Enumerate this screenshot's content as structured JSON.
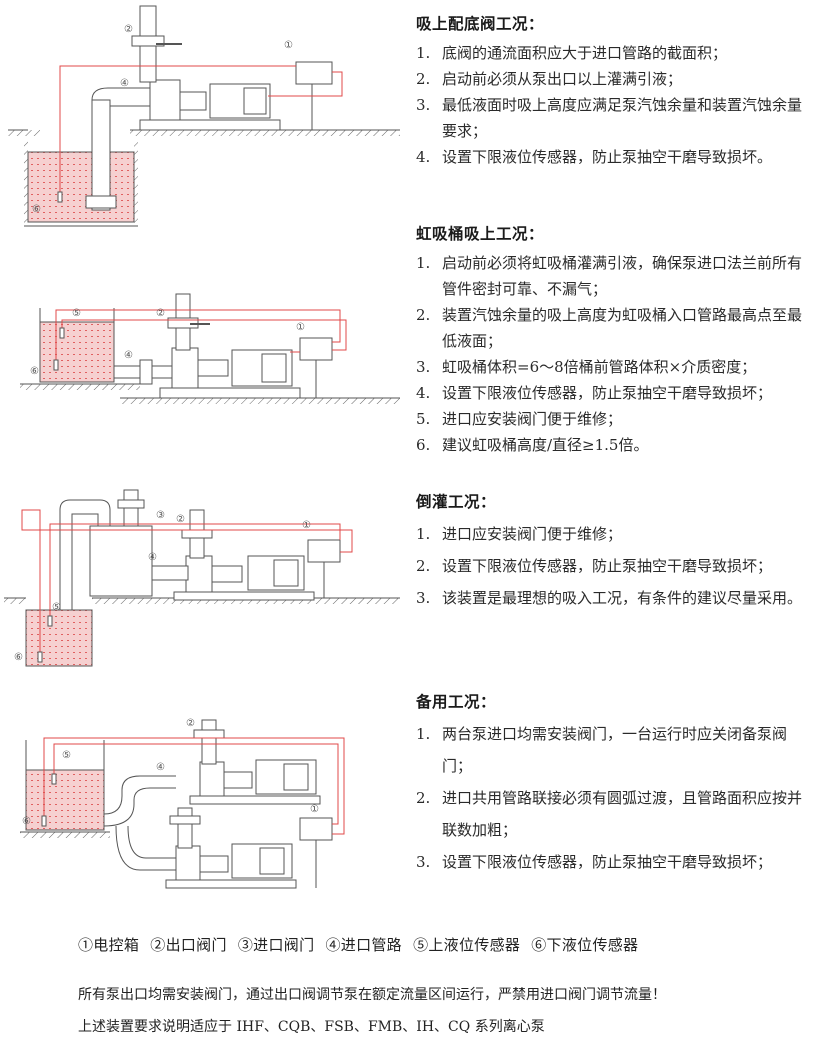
{
  "sections": [
    {
      "title": "吸上配底阀工况：",
      "items": [
        {
          "num": "1.",
          "text": "底阀的通流面积应大于进口管路的截面积；"
        },
        {
          "num": "2.",
          "text": "启动前必须从泵出口以上灌满引液；"
        },
        {
          "num": "3.",
          "text": "最低液面时吸上高度应满足泵汽蚀余量和装置汽蚀余量要求；"
        },
        {
          "num": "4.",
          "text": "设置下限液位传感器，防止泵抽空干磨导致损坏。"
        }
      ]
    },
    {
      "title": "虹吸桶吸上工况：",
      "items": [
        {
          "num": "1.",
          "text": "启动前必须将虹吸桶灌满引液，确保泵进口法兰前所有管件密封可靠、不漏气；"
        },
        {
          "num": "2.",
          "text": "装置汽蚀余量的吸上高度为虹吸桶入口管路最高点至最低液面；"
        },
        {
          "num": "3.",
          "text": "虹吸桶体积=6～8倍桶前管路体积×介质密度；"
        },
        {
          "num": "4.",
          "text": "设置下限液位传感器，防止泵抽空干磨导致损坏；"
        },
        {
          "num": "5.",
          "text": "进口应安装阀门便于维修；"
        },
        {
          "num": "6.",
          "text": "建议虹吸桶高度/直径≥1.5倍。"
        }
      ]
    },
    {
      "title": "倒灌工况：",
      "items": [
        {
          "num": "1.",
          "text": "进口应安装阀门便于维修；"
        },
        {
          "num": "2.",
          "text": "设置下限液位传感器，防止泵抽空干磨导致损坏；"
        },
        {
          "num": "3.",
          "text": "该装置是最理想的吸入工况，有条件的建议尽量采用。"
        }
      ]
    },
    {
      "title": "备用工况：",
      "items": [
        {
          "num": "1.",
          "text": "两台泵进口均需安装阀门，一台运行时应关闭备泵阀门；"
        },
        {
          "num": "2.",
          "text": "进口共用管路联接必须有圆弧过渡，且管路面积应按并联数加粗；"
        },
        {
          "num": "3.",
          "text": "设置下限液位传感器，防止泵抽空干磨导致损坏；"
        }
      ]
    }
  ],
  "legend": [
    "①电控箱",
    "②出口阀门",
    "③进口阀门",
    "④进口管路",
    "⑤上液位传感器",
    "⑥下液位传感器"
  ],
  "notes": [
    "所有泵出口均需安装阀门，通过出口阀调节泵在额定流量区间运行，严禁用进口阀门调节流量！",
    "上述装置要求说明适应于 IHF、CQB、FSB、FMB、IH、CQ 系列离心泵"
  ],
  "diagram_labels": {
    "d1": [
      "②",
      "①",
      "④",
      "⑥"
    ],
    "d2": [
      "⑤",
      "②",
      "①",
      "④",
      "⑥"
    ],
    "d3": [
      "③",
      "②",
      "①",
      "④",
      "⑤",
      "⑥"
    ],
    "d4": [
      "②",
      "⑤",
      "④",
      "①",
      "⑥"
    ]
  },
  "colors": {
    "pipe": "#555555",
    "signal": "#e04848",
    "liquid": "#f4b8b8",
    "dots": "#e06060"
  }
}
